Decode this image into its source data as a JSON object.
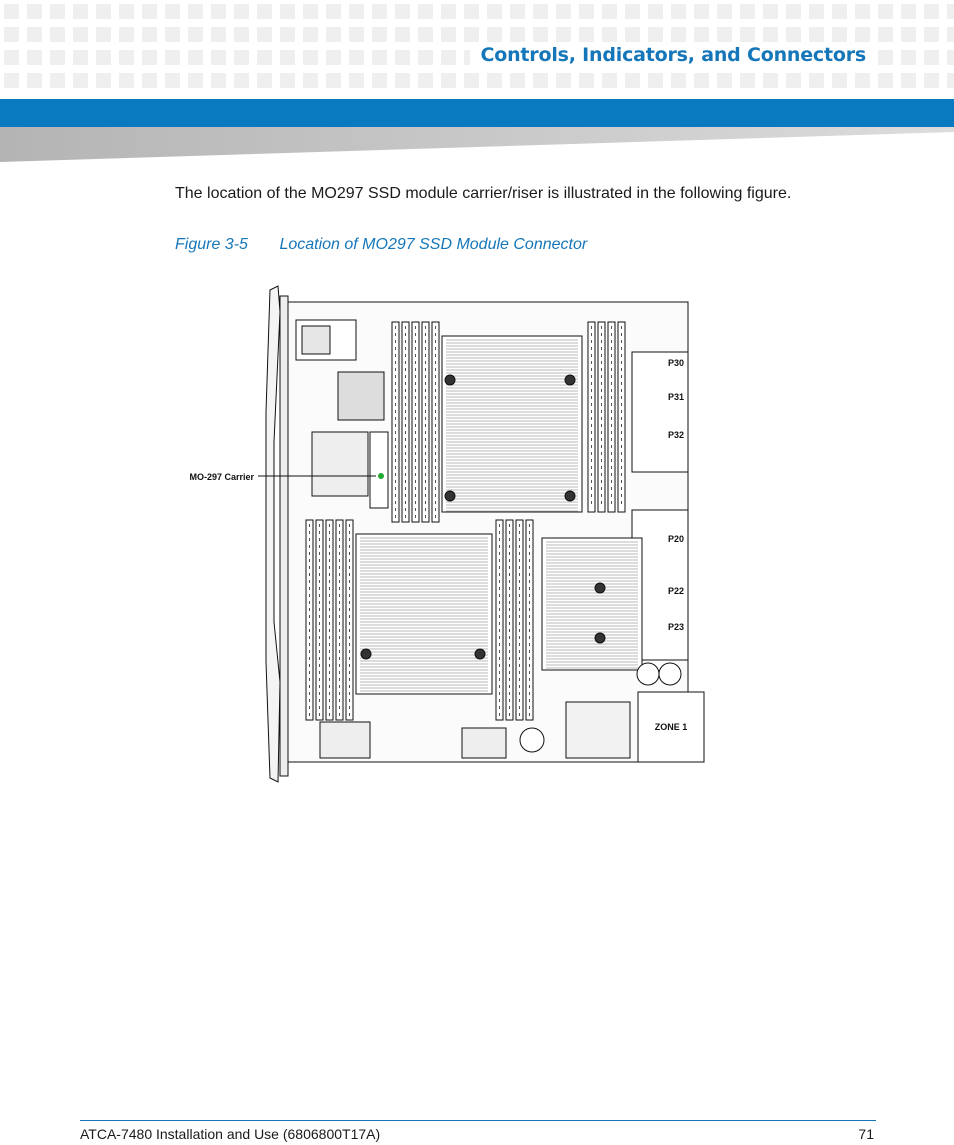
{
  "header": {
    "section_title": "Controls, Indicators, and Connectors",
    "accent_color": "#0a7ac0",
    "pattern_color": "#efefef"
  },
  "body": {
    "intro_text": "The location of the MO297 SSD module carrier/riser is illustrated in the following figure.",
    "figure_number": "Figure 3-5",
    "figure_title": "Location of MO297 SSD Module Connector"
  },
  "figure": {
    "callout_label": "MO-297 Carrier",
    "connectors": [
      "P30",
      "P31",
      "P32",
      "P20",
      "P22",
      "P23"
    ],
    "zone_label": "ZONE 1",
    "led_color": "#22aa33"
  },
  "footer": {
    "document": "ATCA-7480 Installation and Use (6806800T17A)",
    "page_number": "71"
  }
}
